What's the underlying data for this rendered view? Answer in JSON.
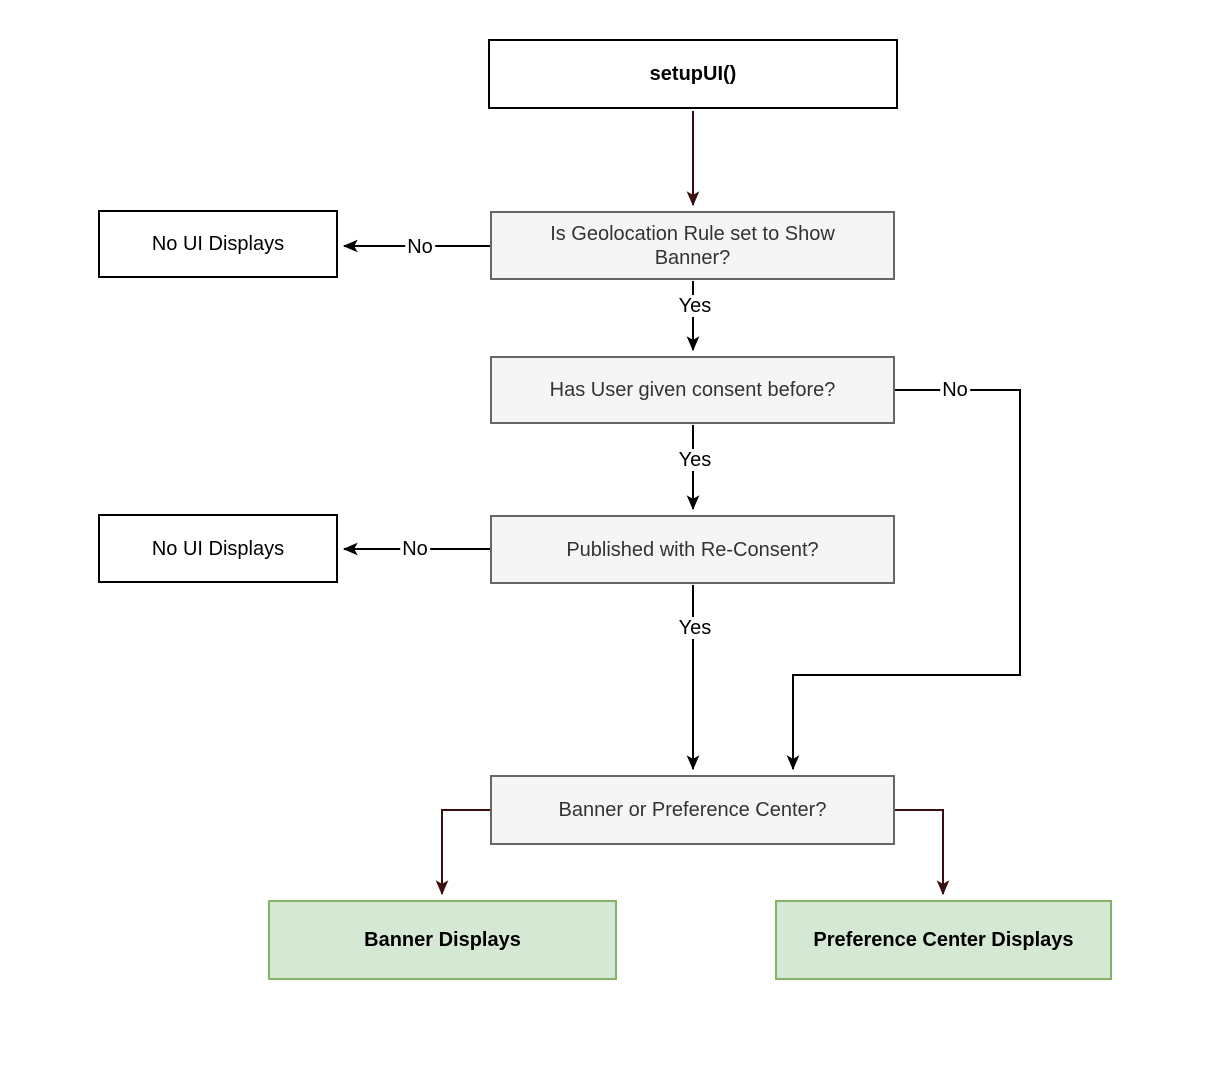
{
  "diagram": {
    "type": "flowchart",
    "nodes": {
      "setupui": {
        "label": "setupUI()"
      },
      "geo_rule": {
        "label": "Is Geolocation Rule set to Show Banner?"
      },
      "no_ui_top": {
        "label": "No UI Displays"
      },
      "consent_before": {
        "label": "Has User given consent before?"
      },
      "no_ui_mid": {
        "label": "No UI Displays"
      },
      "reconsent": {
        "label": "Published with Re-Consent?"
      },
      "banner_or_pc": {
        "label": "Banner or Preference Center?"
      },
      "banner_displays": {
        "label": "Banner Displays"
      },
      "pc_displays": {
        "label": "Preference Center Displays"
      }
    },
    "edge_labels": {
      "geo_no": "No",
      "geo_yes": "Yes",
      "consent_no": "No",
      "consent_yes": "Yes",
      "reconsent_no": "No",
      "reconsent_yes": "Yes"
    },
    "colors": {
      "decision_fill": "#F5F5F5",
      "decision_border": "#666666",
      "decision_text": "#333333",
      "terminal_fill": "#FFFFFF",
      "terminal_border": "#000000",
      "result_fill": "#D5E8D4",
      "result_border": "#82B366",
      "connector": "#000000",
      "connector_accent": "#3B0F0F"
    }
  }
}
